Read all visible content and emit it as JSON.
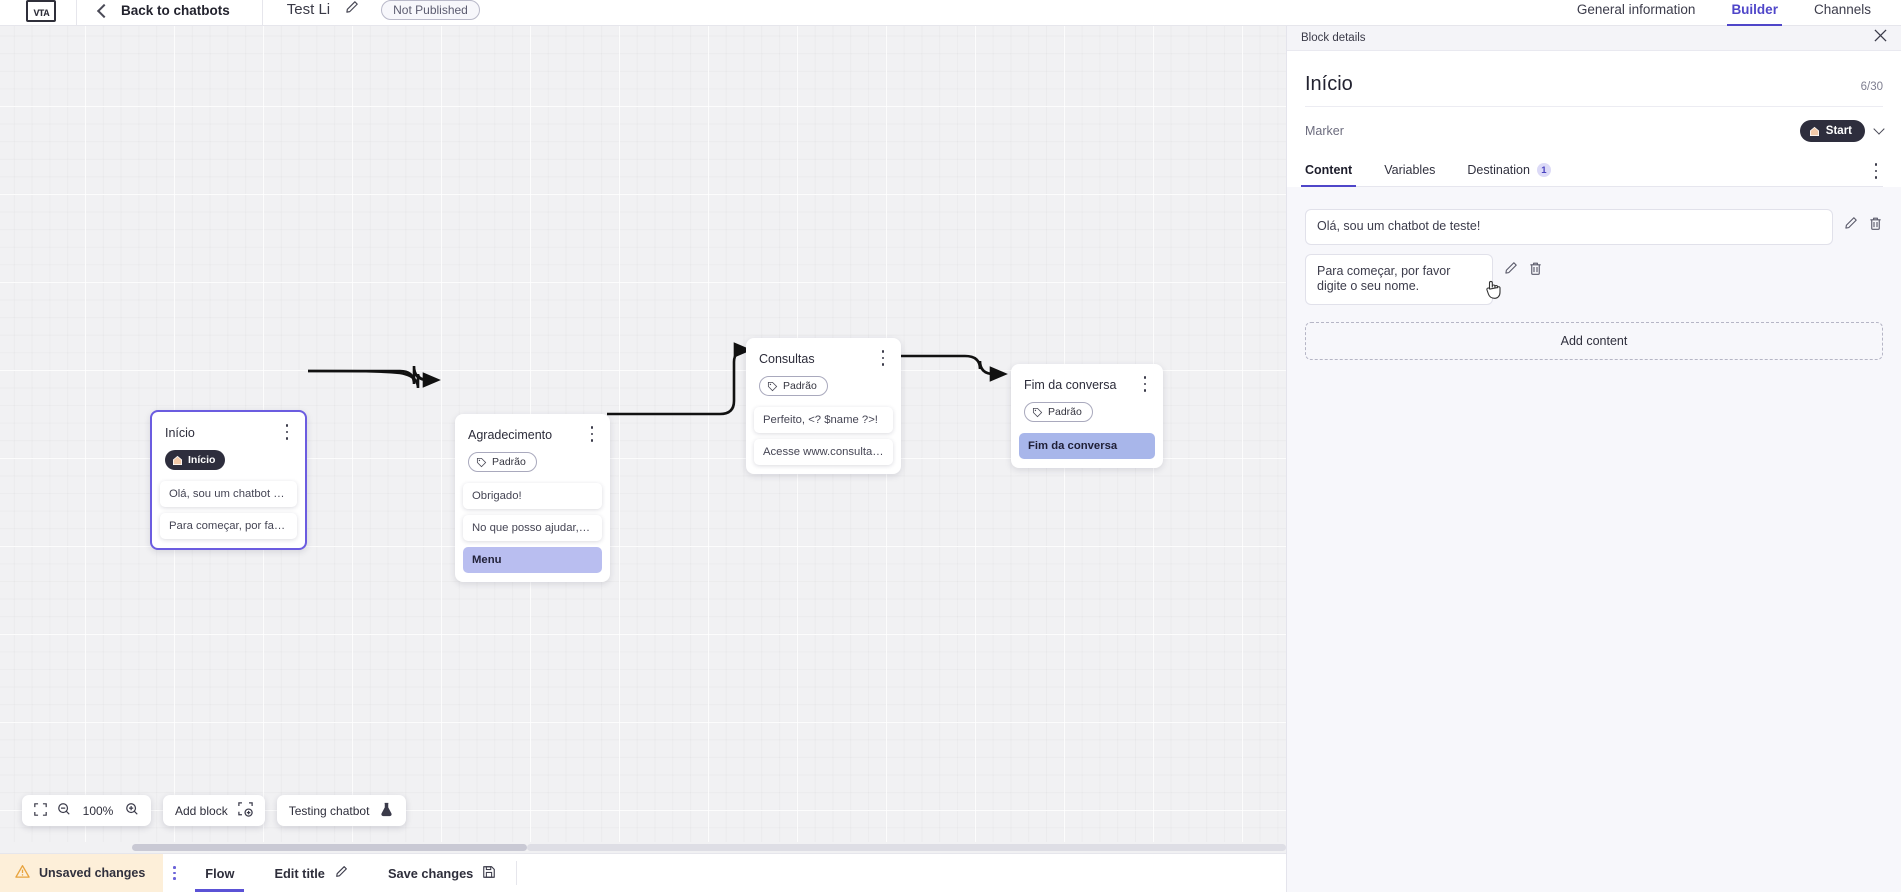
{
  "topbar": {
    "logo_name": "chatbot-builder-logo",
    "back_label": "Back to chatbots",
    "bot_title": "Test Li",
    "published_badge": "Not Published",
    "tabs": [
      {
        "label": "General information",
        "active": false
      },
      {
        "label": "Builder",
        "active": true
      },
      {
        "label": "Channels",
        "active": false
      }
    ]
  },
  "canvas": {
    "blocks": [
      {
        "title": "Início",
        "badge": "Início",
        "badge_type": "start",
        "selected": true,
        "messages": [
          {
            "text": "Olá, sou um chatbot de teste!",
            "highlight": "none"
          },
          {
            "text": "Para começar, por favor digite o ...",
            "highlight": "none"
          }
        ]
      },
      {
        "title": "Agradecimento",
        "badge": "Padrão",
        "badge_type": "default",
        "selected": false,
        "messages": [
          {
            "text": "Obrigado!",
            "highlight": "none"
          },
          {
            "text": "No que posso ajudar, <? $name ...",
            "highlight": "none"
          },
          {
            "text": "Menu",
            "highlight": "hl"
          }
        ]
      },
      {
        "title": "Consultas",
        "badge": "Padrão",
        "badge_type": "default",
        "selected": false,
        "messages": [
          {
            "text": "Perfeito, <? $name ?>!",
            "highlight": "none"
          },
          {
            "text": "Acesse www.consultas.com par...",
            "highlight": "none"
          }
        ]
      },
      {
        "title": "Fim da conversa",
        "badge": "Padrão",
        "badge_type": "default",
        "selected": false,
        "messages": [
          {
            "text": "Fim da conversa",
            "highlight": "hl2"
          }
        ]
      }
    ],
    "toolbar": {
      "fit_icon": "fit-screen-icon",
      "zoom_out_icon": "zoom-out-icon",
      "zoom_level": "100%",
      "zoom_in_icon": "zoom-in-icon",
      "add_block_label": "Add block",
      "add_block_icon": "add-block-icon",
      "testing_label": "Testing chatbot",
      "testing_icon": "flask-icon"
    }
  },
  "panel": {
    "header_label": "Block details",
    "close_icon": "close-icon",
    "block_name": "Início",
    "char_count": "6/30",
    "marker_label": "Marker",
    "marker_value": "Start",
    "marker_icon": "home-icon",
    "tabs": [
      {
        "label": "Content",
        "active": true,
        "badge": ""
      },
      {
        "label": "Variables",
        "active": false,
        "badge": ""
      },
      {
        "label": "Destination",
        "active": false,
        "badge": "1"
      }
    ],
    "contents": [
      {
        "text": "Olá, sou um chatbot de teste!",
        "edit_icon": "pencil-icon",
        "delete_icon": "trash-icon"
      },
      {
        "text": "Para começar, por favor digite o seu nome.",
        "edit_icon": "pencil-icon",
        "delete_icon": "trash-icon"
      }
    ],
    "add_content_label": "Add content"
  },
  "bottombar": {
    "unsaved_label": "Unsaved changes",
    "warning_icon": "warning-icon",
    "kebab_icon": "kebab-icon",
    "flow_label": "Flow",
    "edit_title_label": "Edit title",
    "edit_title_icon": "pencil-icon",
    "save_label": "Save changes",
    "save_icon": "save-disk-icon"
  },
  "colors": {
    "accent": "#4f46c9",
    "selected_border": "#6b5ce0",
    "badge_dark": "#2e2e3d",
    "warning_bg": "#fdefd9",
    "highlight_lavender": "#b9bef0"
  }
}
